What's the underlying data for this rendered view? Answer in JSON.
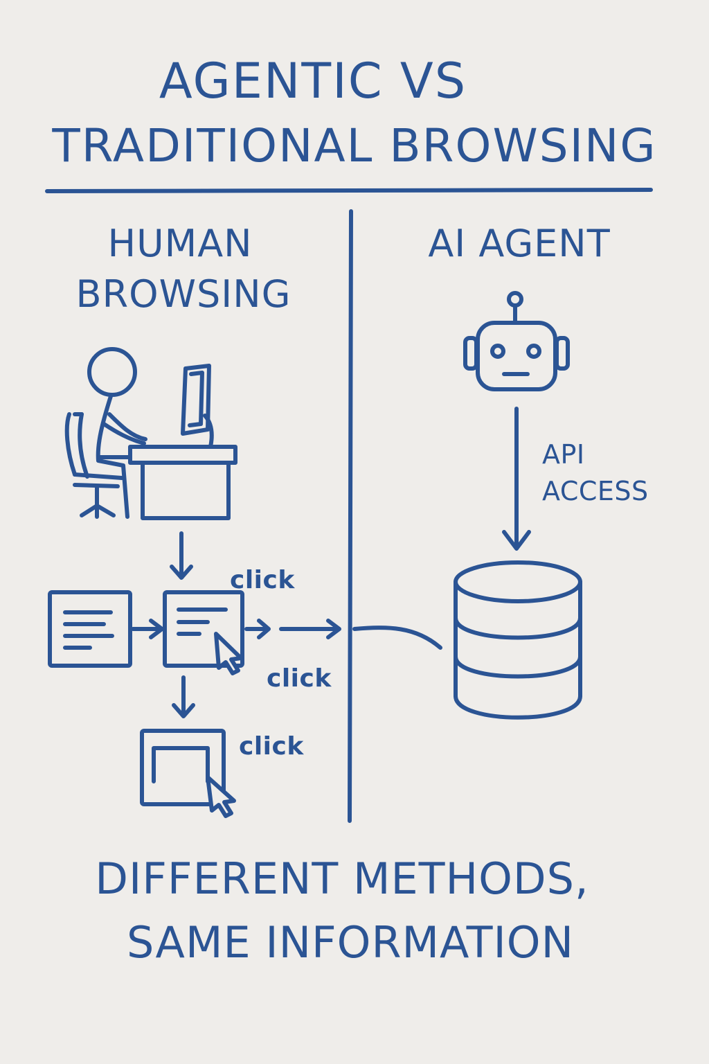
{
  "title": {
    "line1": "AGENTIC VS",
    "line2": "TRADITIONAL BROWSING"
  },
  "left_panel": {
    "heading_line1": "HUMAN",
    "heading_line2": "BROWSING",
    "click_labels": [
      "click",
      "click",
      "click"
    ]
  },
  "right_panel": {
    "heading": "AI AGENT",
    "arrow_label_line1": "API",
    "arrow_label_line2": "ACCESS"
  },
  "footer": {
    "line1": "DIFFERENT METHODS,",
    "line2": "SAME INFORMATION"
  },
  "colors": {
    "ink": "#2b5494",
    "paper": "#efedea"
  },
  "icons": [
    "person-at-desk-icon",
    "web-page-icon",
    "cursor-icon",
    "robot-icon",
    "database-icon"
  ]
}
